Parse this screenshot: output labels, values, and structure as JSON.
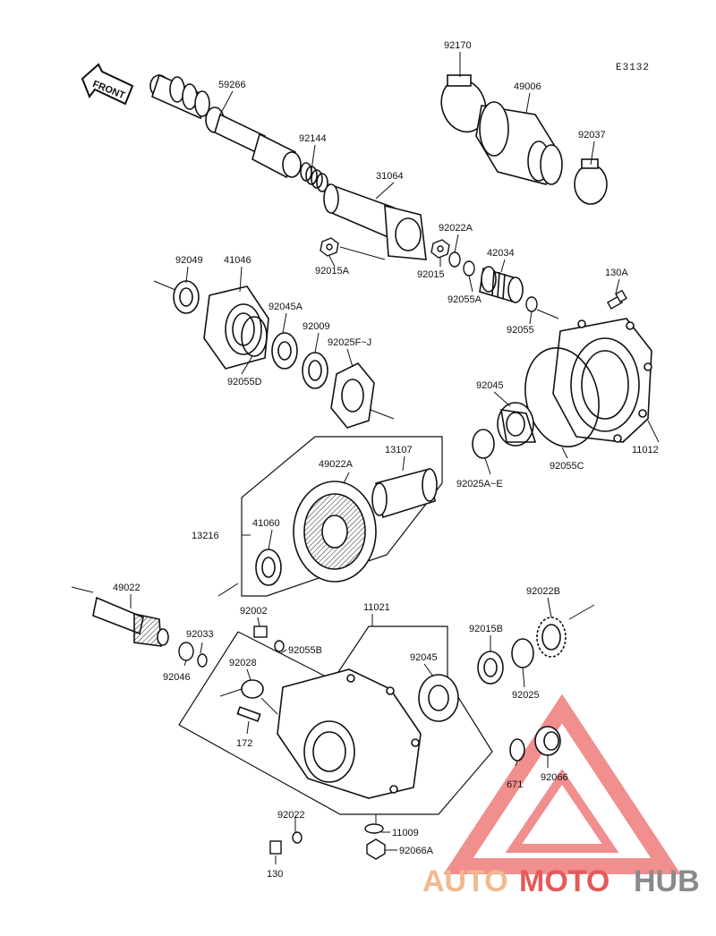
{
  "diagram_code": "E3132",
  "front_label": "FRONT",
  "watermark": {
    "part1": "AUTO",
    "part2": "MOTO",
    "part3": "HUB"
  },
  "labels": {
    "p92170": "92170",
    "p49006": "49006",
    "p92037": "92037",
    "p59266": "59266",
    "p92144": "92144",
    "p31064": "31064",
    "p92022A": "92022A",
    "p92015A": "92015A",
    "p92015": "92015",
    "p42034": "42034",
    "p92055A": "92055A",
    "p130A": "130A",
    "p92049": "92049",
    "p41046": "41046",
    "p92045A": "92045A",
    "p92009": "92009",
    "p92025FJ": "92025F~J",
    "p92055D": "92055D",
    "p92055": "92055",
    "p92045a": "92045",
    "p11012": "11012",
    "p92055C": "92055C",
    "p92025AE": "92025A~E",
    "p49022A": "49022A",
    "p13107": "13107",
    "p13216": "13216",
    "p41060": "41060",
    "p49022": "49022",
    "p92002": "92002",
    "p11021": "11021",
    "p92022B": "92022B",
    "p92033": "92033",
    "p92055B": "92055B",
    "p92015B": "92015B",
    "p92046": "92046",
    "p92028": "92028",
    "p92045b": "92045",
    "p92025": "92025",
    "p172": "172",
    "p671": "671",
    "p92066": "92066",
    "p92022": "92022",
    "p11009": "11009",
    "p92066A": "92066A",
    "p130": "130"
  }
}
